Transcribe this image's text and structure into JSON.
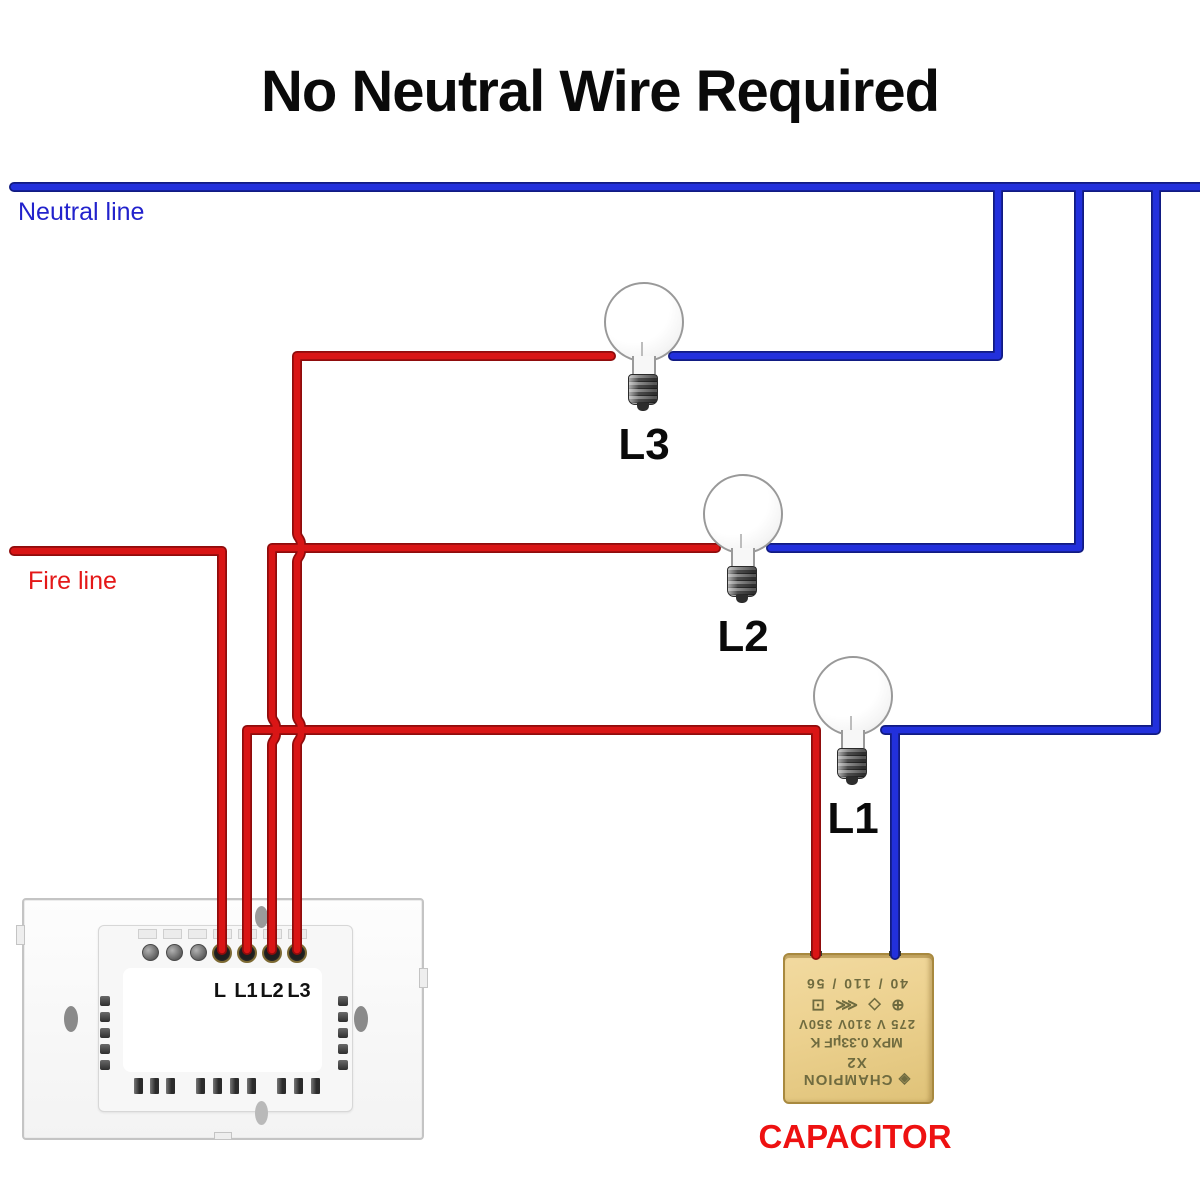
{
  "title": "No Neutral Wire Required",
  "labels": {
    "neutral_line": "Neutral line",
    "fire_line": "Fire line",
    "capacitor": "CAPACITOR"
  },
  "colors": {
    "neutral_wire": "#2230dc",
    "fire_wire": "#d91515",
    "neutral_label": "#2222cc",
    "fire_label": "#e41818",
    "capacitor_body": "#ecd18f",
    "capacitor_label": "#ee1111"
  },
  "bulbs": [
    {
      "id": "L3",
      "label": "L3"
    },
    {
      "id": "L2",
      "label": "L2"
    },
    {
      "id": "L1",
      "label": "L1"
    }
  ],
  "switch": {
    "terminals": [
      "L",
      "L1",
      "L2",
      "L3"
    ]
  },
  "capacitor_markings": {
    "line1": "◈ CHAMPION X2",
    "line2": "MPX 0.33μF K",
    "line3": "275 V 310V 350V",
    "line4": "⊕ ◇ ⋘ ⊡",
    "line5": "40 / 110 / 56"
  }
}
